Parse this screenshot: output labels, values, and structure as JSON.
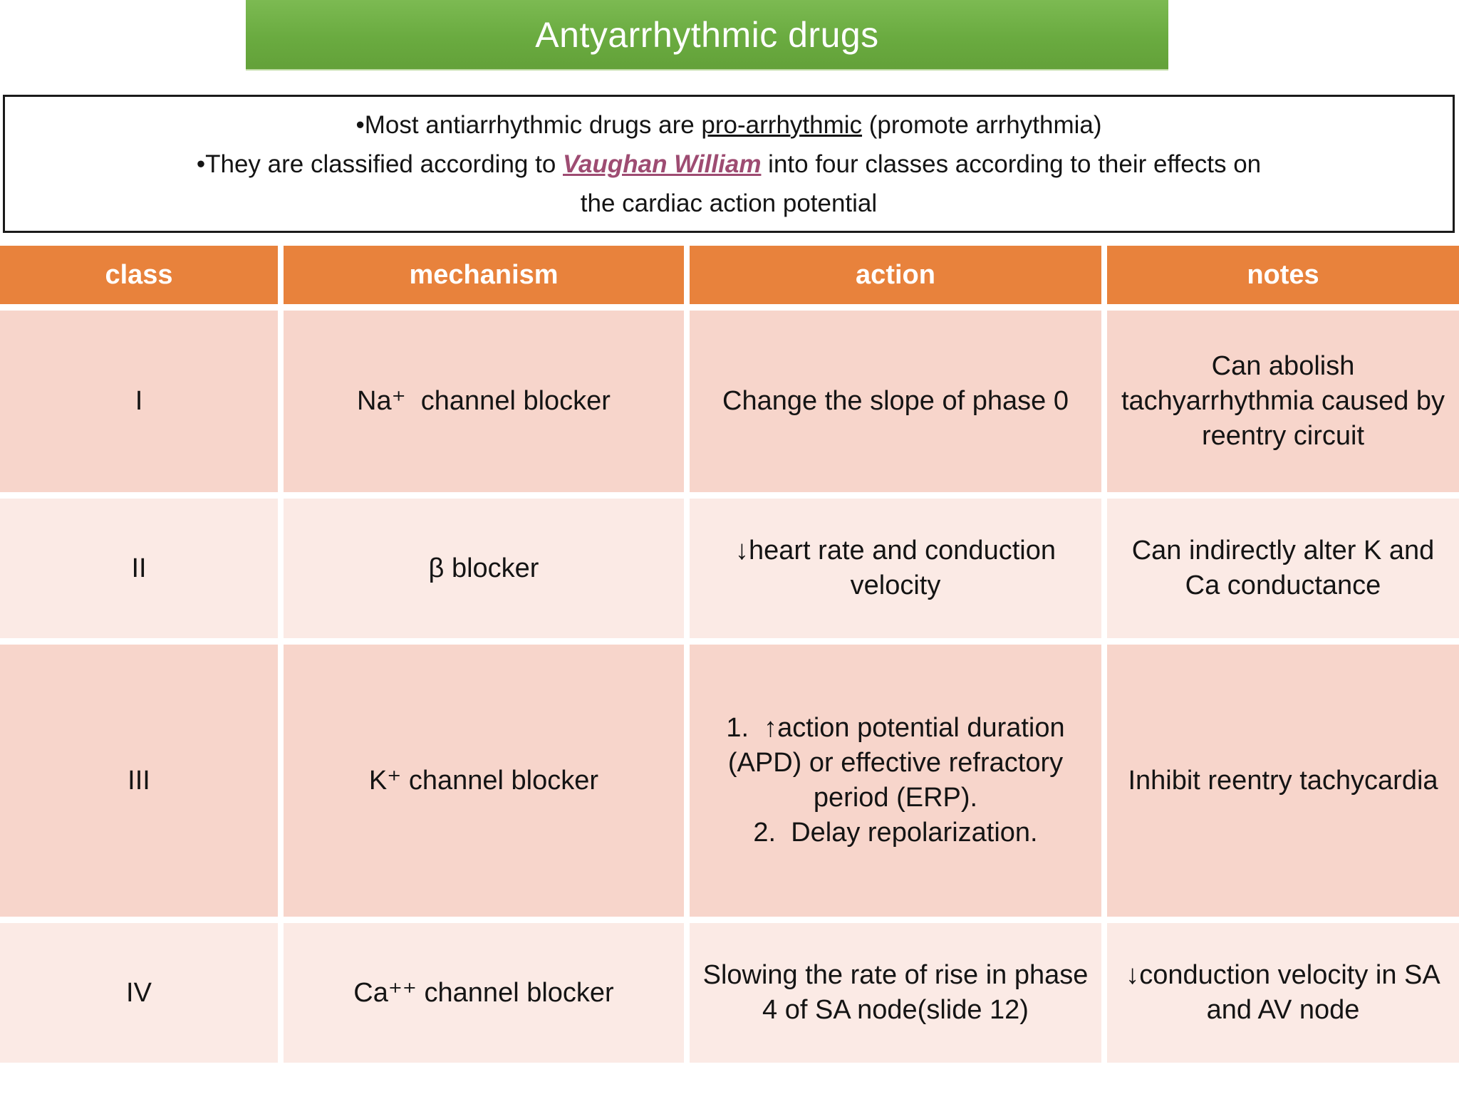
{
  "title": "Antyarrhythmic drugs",
  "intro": {
    "line1_pre": "•Most antiarrhythmic drugs are ",
    "line1_underlined": "pro-arrhythmic",
    "line1_post": " (promote arrhythmia)",
    "line2_pre": "•They are classified according to ",
    "line2_highlight": "Vaughan William",
    "line2_post": " into four classes according to their effects on",
    "line3": "the cardiac action potential"
  },
  "table": {
    "headers": [
      "class",
      "mechanism",
      "action",
      "notes"
    ],
    "rows": [
      {
        "class": "I",
        "mechanism": "Na⁺  channel blocker",
        "action": "Change the slope of phase 0",
        "notes": "Can abolish tachyarrhythmia caused by reentry circuit"
      },
      {
        "class": "II",
        "mechanism": "β blocker",
        "action": "↓heart rate and conduction velocity",
        "notes": "Can indirectly alter K and Ca conductance"
      },
      {
        "class": "III",
        "mechanism": "K⁺ channel blocker",
        "action": "1.  ↑action potential duration (APD) or effective refractory period (ERP).\n2.  Delay repolarization.",
        "notes": "Inhibit reentry tachycardia"
      },
      {
        "class": "IV",
        "mechanism": "Ca⁺⁺ channel blocker",
        "action": "Slowing the rate of rise in phase 4 of SA node(slide 12)",
        "notes": "↓conduction velocity in SA and AV node"
      }
    ]
  },
  "colors": {
    "title_bar_green": "#6fae43",
    "header_orange": "#e8823c",
    "row_pink_dark": "#f7d5cb",
    "row_pink_light": "#fbeae5",
    "vaughan_william_maroon": "#9e4c72",
    "text_black": "#141414"
  }
}
